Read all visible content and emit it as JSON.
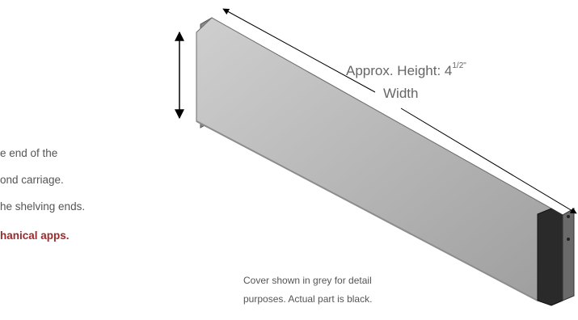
{
  "body_text": {
    "line1": "e end of the",
    "line2": "ond carriage.",
    "line3": "he shelving ends.",
    "line4": "hanical apps."
  },
  "dimensions": {
    "height_label": "Approx. Height: 4",
    "height_fraction": "1/2\"",
    "width_label": "Width"
  },
  "caption": {
    "line1": "Cover shown in grey for detail",
    "line2": "purposes. Actual part is black."
  },
  "colors": {
    "body_text": "#555555",
    "emphasis_text": "#9b2a2a",
    "part_front": "#b4b4b4",
    "part_top": "#d9d9d9",
    "end_cap": "#2a2a2a",
    "dimension_lines": "#000000"
  }
}
